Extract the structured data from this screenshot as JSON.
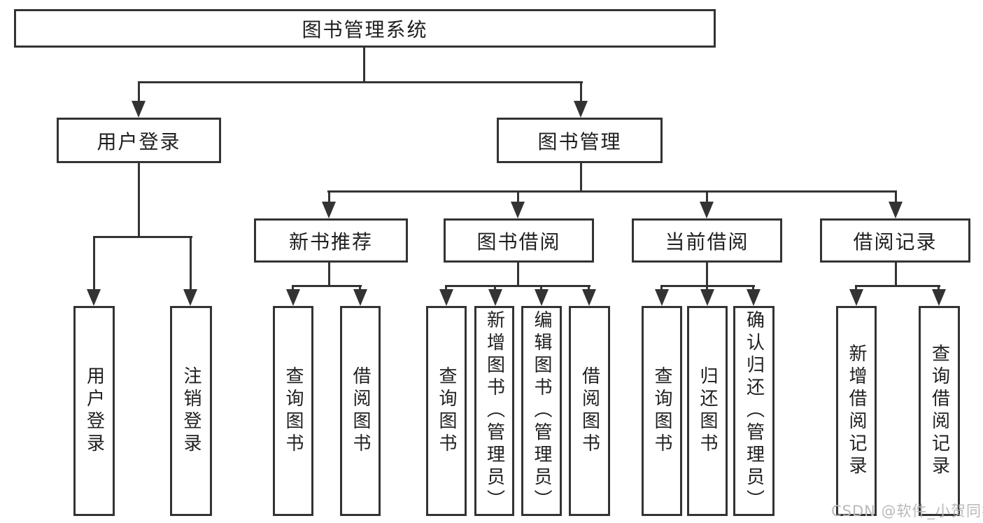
{
  "title": "图书管理系统",
  "watermark": "CSDN @软件_小贺同学",
  "colors": {
    "line": "#333333",
    "text": "#1f1f1f",
    "watermark": "#b9b9b9",
    "background": "#ffffff"
  },
  "branches": {
    "user": {
      "label": "用户登录",
      "leaves": [
        "用户登录",
        "注销登录"
      ]
    },
    "mgmt": {
      "label": "图书管理",
      "groups": [
        {
          "label": "新书推荐",
          "leaves": [
            "查询图书",
            "借阅图书"
          ]
        },
        {
          "label": "图书借阅",
          "leaves": [
            "查询图书",
            "新增图书（管理员）",
            "编辑图书（管理员）",
            "借阅图书"
          ]
        },
        {
          "label": "当前借阅",
          "leaves": [
            "查询图书",
            "归还图书",
            "确认归还（管理员）"
          ]
        },
        {
          "label": "借阅记录",
          "leaves": [
            "新增借阅记录",
            "查询借阅记录"
          ]
        }
      ]
    }
  }
}
